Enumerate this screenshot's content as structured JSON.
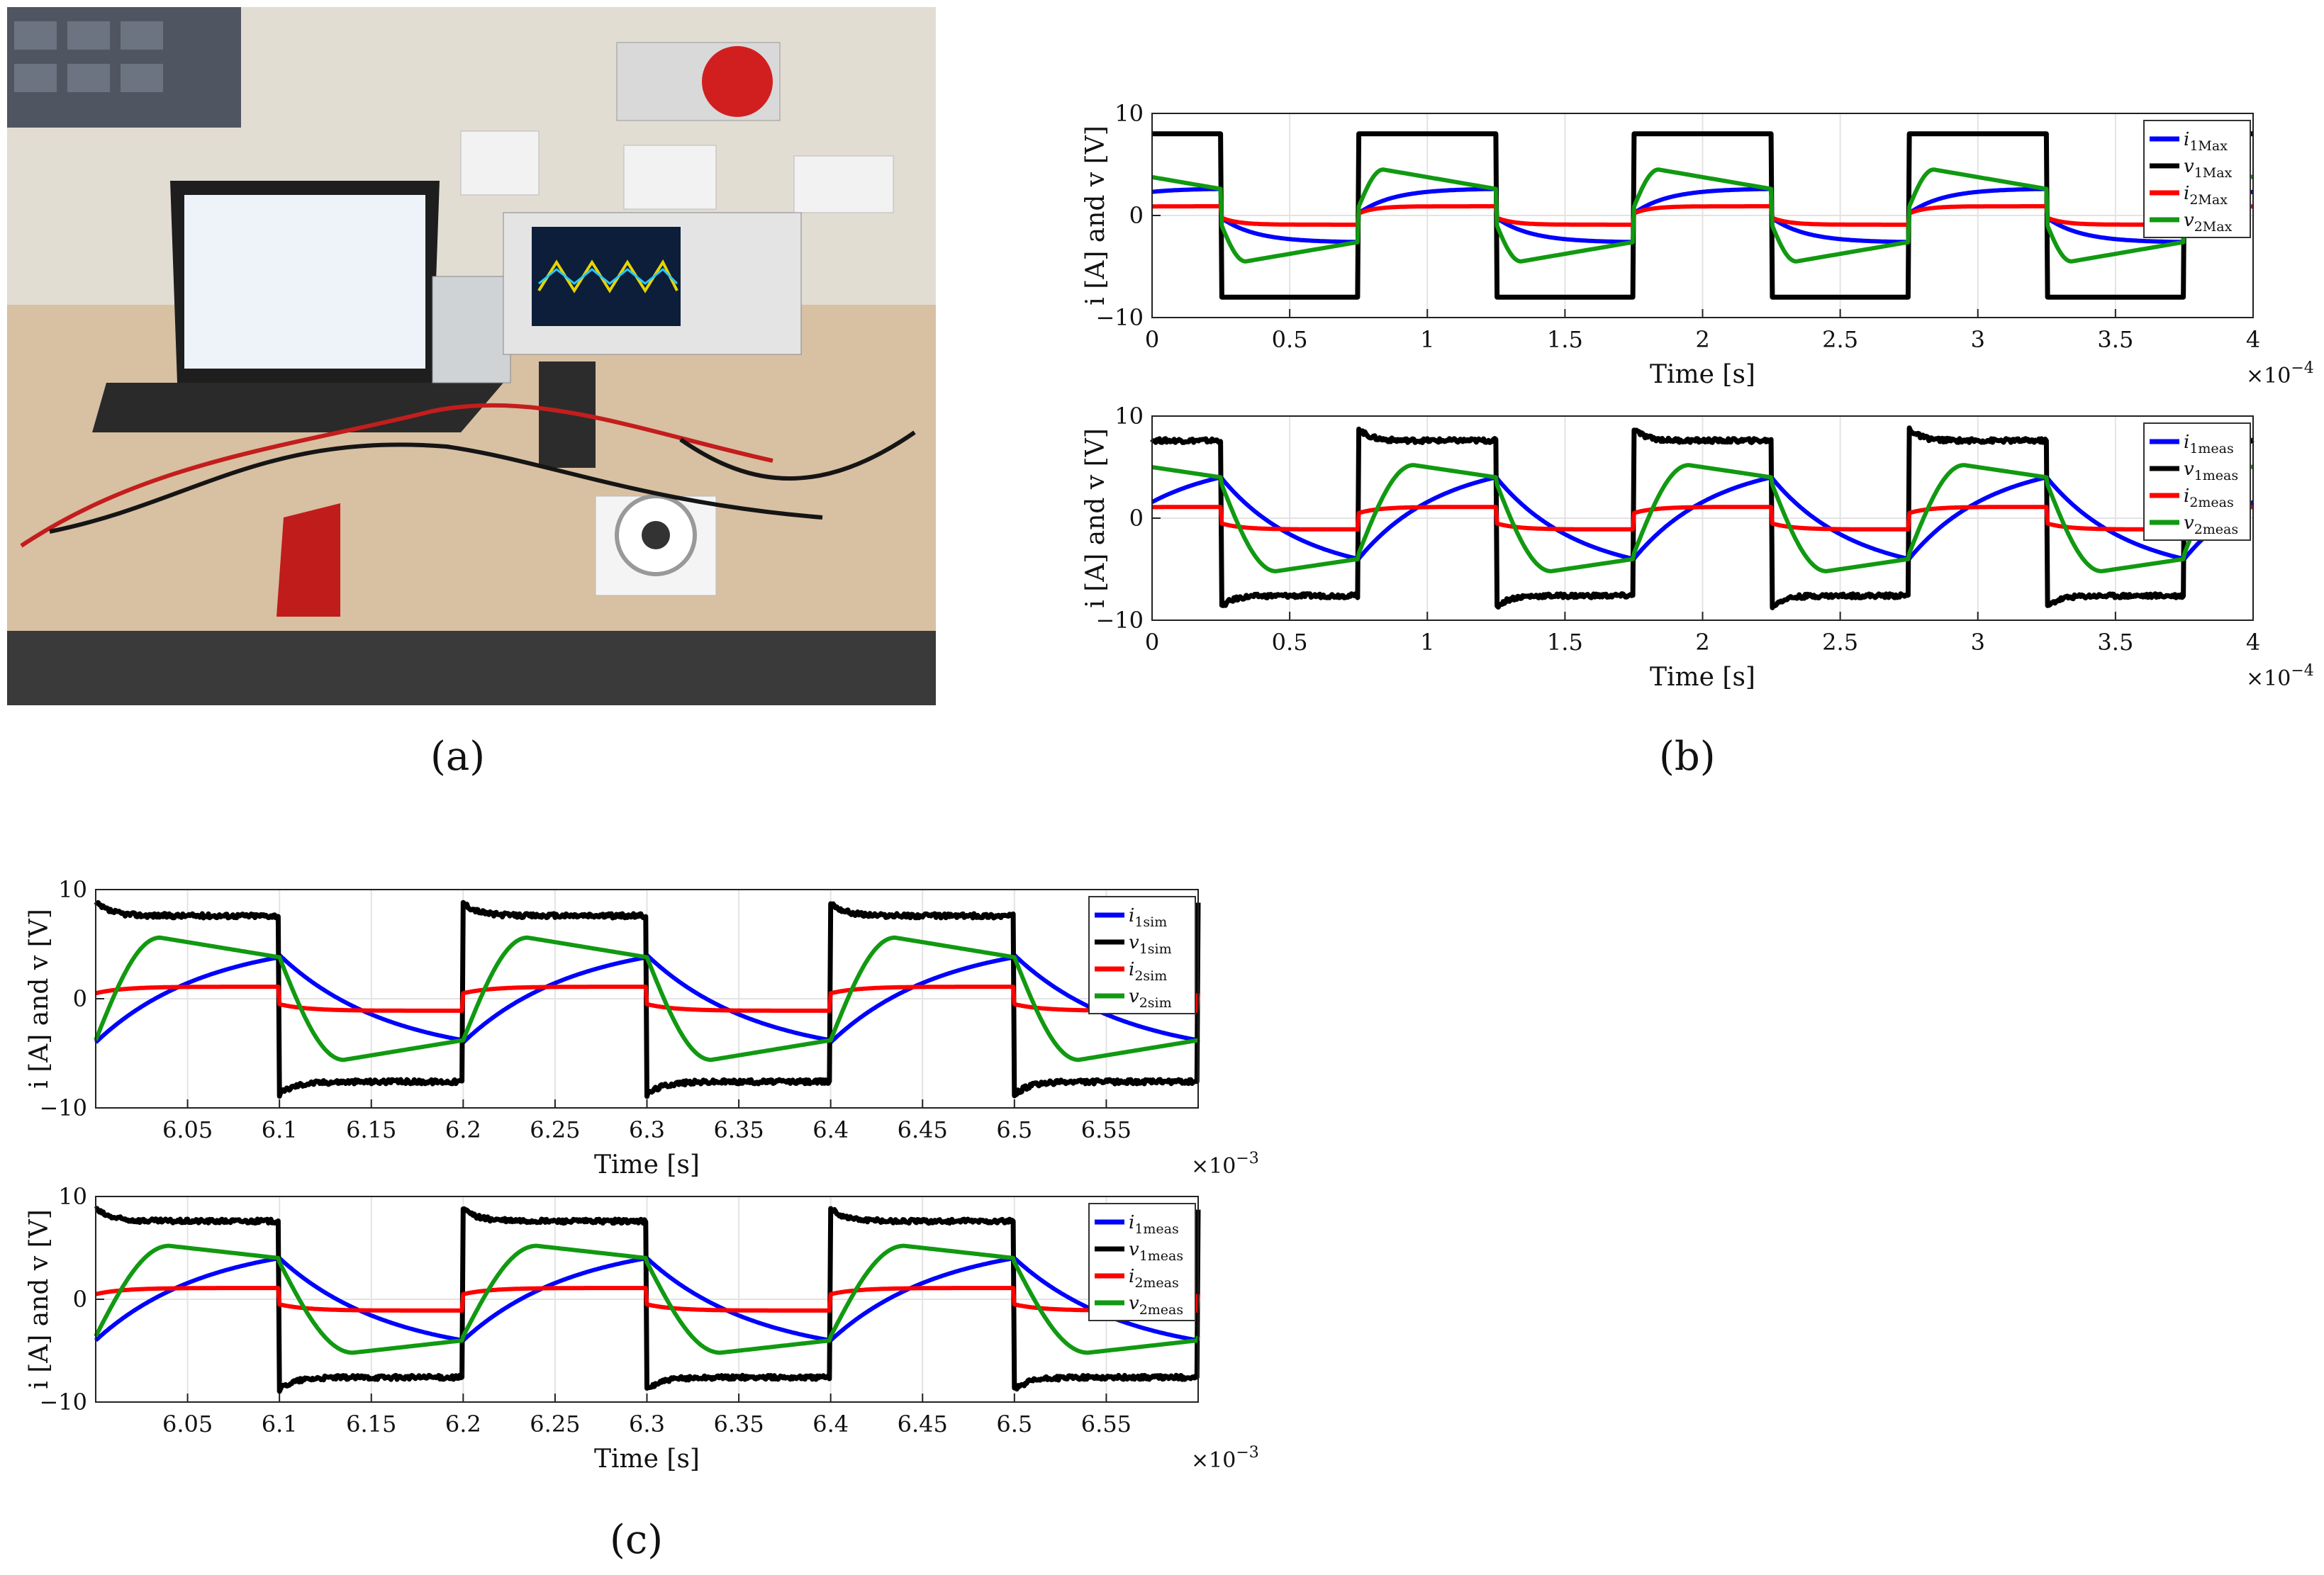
{
  "captions": {
    "a": "(a)",
    "b": "(b)",
    "c": "(c)"
  },
  "chart_data": [
    {
      "id": "b-top",
      "type": "line",
      "xlabel": "Time  [s]",
      "ylabel": "i [A] and v [V]",
      "xlim": [
        0,
        4
      ],
      "ylim": [
        -10,
        10
      ],
      "x_exponent": "×10",
      "x_exponent_power": "−4",
      "xticks": [
        "0",
        "0.5",
        "1",
        "1.5",
        "2",
        "2.5",
        "3",
        "3.5",
        "4"
      ],
      "yticks": [
        "10",
        "0",
        "−10"
      ],
      "grid": true,
      "legend_position": "top-right",
      "series": [
        {
          "name": "i1Max",
          "color": "#0000ff",
          "kind": "exp",
          "a": 0.2,
          "b": 2.6,
          "tau": 0.25
        },
        {
          "name": "v1Max",
          "color": "#000000",
          "kind": "square",
          "amp": 8
        },
        {
          "name": "i2Max",
          "color": "#ff0000",
          "kind": "exp",
          "a": 0.2,
          "b": 0.9,
          "tau": 0.12
        },
        {
          "name": "v2Max",
          "color": "#119911",
          "kind": "hump",
          "start": 0.8,
          "peak": 4.5,
          "end": 2.6,
          "tp": 0.18
        }
      ]
    },
    {
      "id": "b-bottom",
      "type": "line",
      "xlabel": "Time  [s]",
      "ylabel": "i [A] and v [V]",
      "xlim": [
        0,
        4
      ],
      "ylim": [
        -10,
        10
      ],
      "x_exponent": "×10",
      "x_exponent_power": "−4",
      "xticks": [
        "0",
        "0.5",
        "1",
        "1.5",
        "2",
        "2.5",
        "3",
        "3.5",
        "4"
      ],
      "yticks": [
        "10",
        "0",
        "−10"
      ],
      "grid": true,
      "legend_position": "top-right",
      "series": [
        {
          "name": "i1meas",
          "color": "#0000ff",
          "kind": "exp",
          "a": -4.0,
          "b": 4.0,
          "tau": 0.6
        },
        {
          "name": "v1meas",
          "color": "#000000",
          "kind": "square_noisy",
          "amp": 8.8,
          "low": 7.6
        },
        {
          "name": "i2meas",
          "color": "#ff0000",
          "kind": "exp",
          "a": 0.5,
          "b": 1.1,
          "tau": 0.15
        },
        {
          "name": "v2meas",
          "color": "#119911",
          "kind": "hump",
          "start": -3.5,
          "peak": 5.2,
          "end": 4.0,
          "tp": 0.4
        }
      ]
    },
    {
      "id": "c-top",
      "type": "line",
      "xlabel": "Time  [s]",
      "ylabel": "i [A] and v [V]",
      "xlim": [
        6.0,
        6.6
      ],
      "ylim": [
        -10,
        10
      ],
      "x_exponent": "×10",
      "x_exponent_power": "−3",
      "xticks": [
        "6.05",
        "6.1",
        "6.15",
        "6.2",
        "6.25",
        "6.3",
        "6.35",
        "6.4",
        "6.45",
        "6.5",
        "6.55"
      ],
      "yticks": [
        "10",
        "0",
        "−10"
      ],
      "grid": true,
      "legend_position": "top-right",
      "series": [
        {
          "name": "i1sim",
          "color": "#0000ff",
          "kind": "exp",
          "a": -4.0,
          "b": 3.8,
          "tau": 0.6
        },
        {
          "name": "v1sim",
          "color": "#000000",
          "kind": "square_noisy",
          "amp": 8.8,
          "low": 7.6
        },
        {
          "name": "i2sim",
          "color": "#ff0000",
          "kind": "exp",
          "a": 0.5,
          "b": 1.1,
          "tau": 0.15
        },
        {
          "name": "v2sim",
          "color": "#119911",
          "kind": "hump",
          "start": -3.8,
          "peak": 5.6,
          "end": 3.8,
          "tp": 0.35
        }
      ]
    },
    {
      "id": "c-bottom",
      "type": "line",
      "xlabel": "Time  [s]",
      "ylabel": "i [A] and v [V]",
      "xlim": [
        6.0,
        6.6
      ],
      "ylim": [
        -10,
        10
      ],
      "x_exponent": "×10",
      "x_exponent_power": "−3",
      "xticks": [
        "6.05",
        "6.1",
        "6.15",
        "6.2",
        "6.25",
        "6.3",
        "6.35",
        "6.4",
        "6.45",
        "6.5",
        "6.55"
      ],
      "yticks": [
        "10",
        "0",
        "−10"
      ],
      "grid": true,
      "legend_position": "top-right",
      "series": [
        {
          "name": "i1meas",
          "color": "#0000ff",
          "kind": "exp",
          "a": -4.0,
          "b": 4.0,
          "tau": 0.6
        },
        {
          "name": "v1meas",
          "color": "#000000",
          "kind": "square_noisy",
          "amp": 8.8,
          "low": 7.6
        },
        {
          "name": "i2meas",
          "color": "#ff0000",
          "kind": "exp",
          "a": 0.5,
          "b": 1.1,
          "tau": 0.15
        },
        {
          "name": "v2meas",
          "color": "#119911",
          "kind": "hump",
          "start": -3.6,
          "peak": 5.2,
          "end": 4.0,
          "tp": 0.4
        }
      ]
    }
  ],
  "legend_labels": {
    "b-top": [
      [
        "i",
        "1Max"
      ],
      [
        "v",
        "1Max"
      ],
      [
        "i",
        "2Max"
      ],
      [
        "v",
        "2Max"
      ]
    ],
    "b-bottom": [
      [
        "i",
        "1meas"
      ],
      [
        "v",
        "1meas"
      ],
      [
        "i",
        "2meas"
      ],
      [
        "v",
        "2meas"
      ]
    ],
    "c-top": [
      [
        "i",
        "1sim"
      ],
      [
        "v",
        "1sim"
      ],
      [
        "i",
        "2sim"
      ],
      [
        "v",
        "2sim"
      ]
    ],
    "c-bottom": [
      [
        "i",
        "1meas"
      ],
      [
        "v",
        "1meas"
      ],
      [
        "i",
        "2meas"
      ],
      [
        "v",
        "2meas"
      ]
    ]
  }
}
